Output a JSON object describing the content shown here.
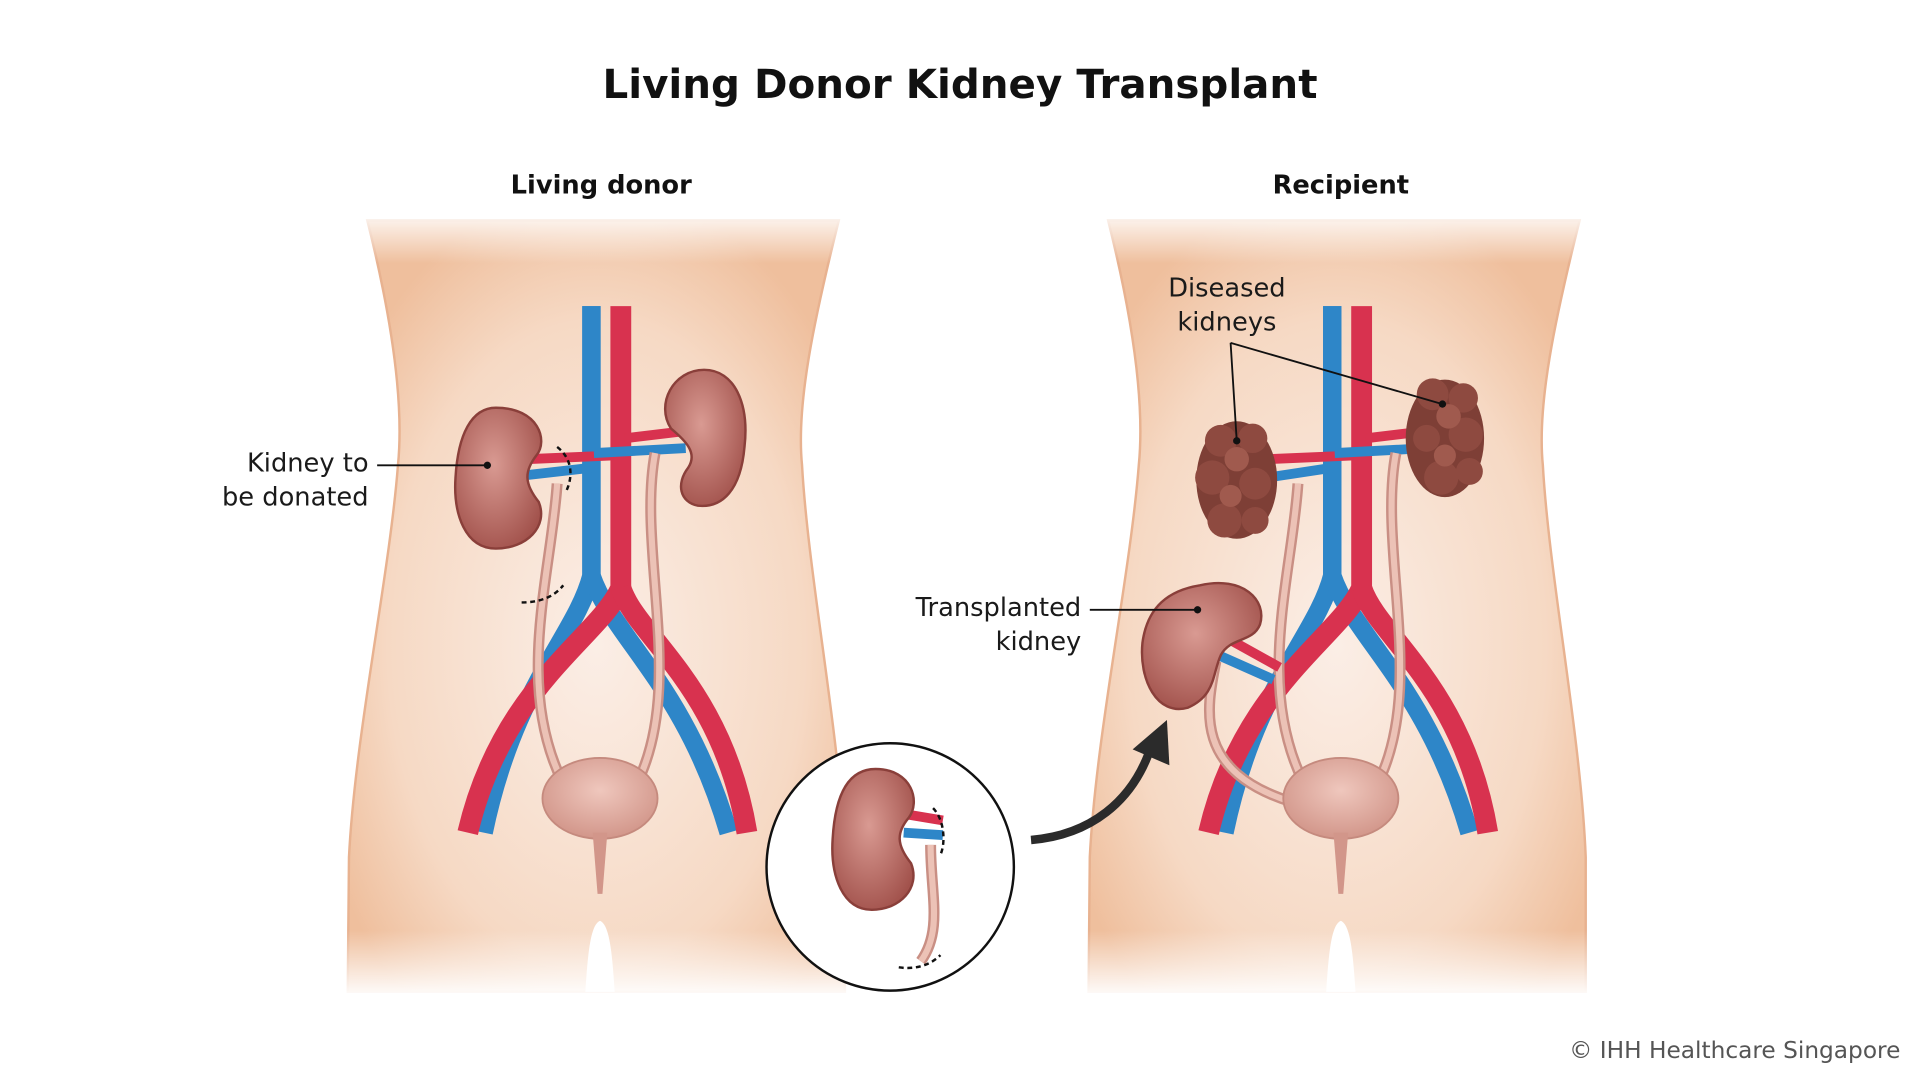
{
  "title": "Living Donor Kidney Transplant",
  "panels": {
    "donor": {
      "heading": "Living donor",
      "label_line1": "Kidney to",
      "label_line2": "be donated"
    },
    "recipient": {
      "heading": "Recipient",
      "diseased_line1": "Diseased",
      "diseased_line2": "kidneys",
      "transplanted_line1": "Transplanted",
      "transplanted_line2": "kidney"
    }
  },
  "copyright": "© IHH Healthcare Singapore",
  "colors": {
    "skin": "#f3c9aa",
    "artery": "#d8324f",
    "vein": "#2e86c8",
    "kidney": "#b8655f",
    "diseased_kidney": "#7e3f36",
    "ureter": "#e2aea0",
    "bladder": "#dca59a"
  }
}
